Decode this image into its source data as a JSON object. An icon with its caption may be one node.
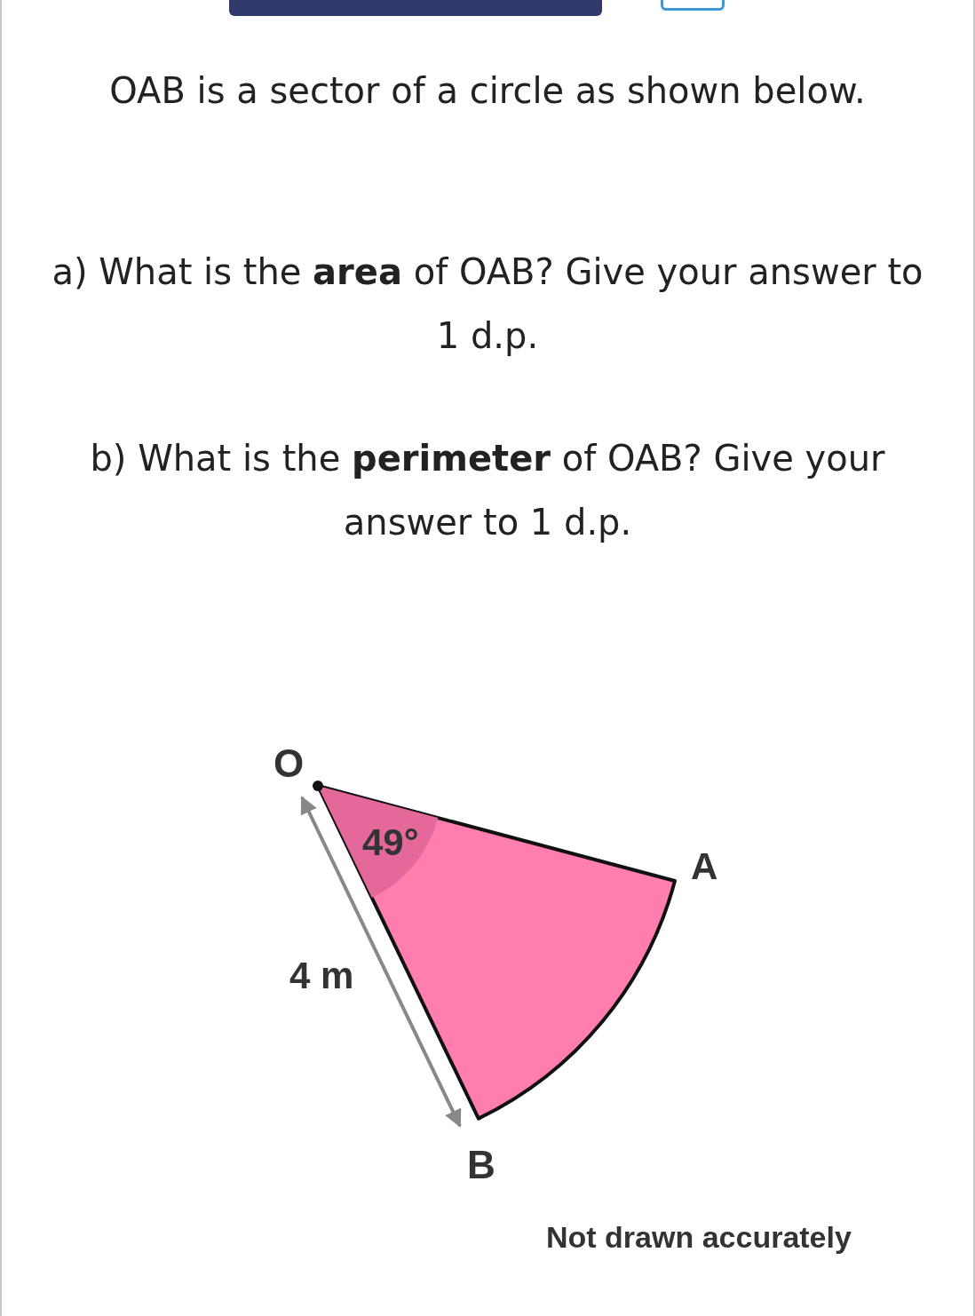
{
  "diagram": {
    "labels": [
      "OAB is a sector of a circle as shown below.",
      "a) What is the **area** of OAB? Give your answer to 1 d.p.",
      "b) What is the **perimeter** of OAB? Give your answer to 1 d.p.",
      "O",
      "49°",
      "A",
      "4 m",
      "B",
      "Not drawn accurately"
    ]
  }
}
